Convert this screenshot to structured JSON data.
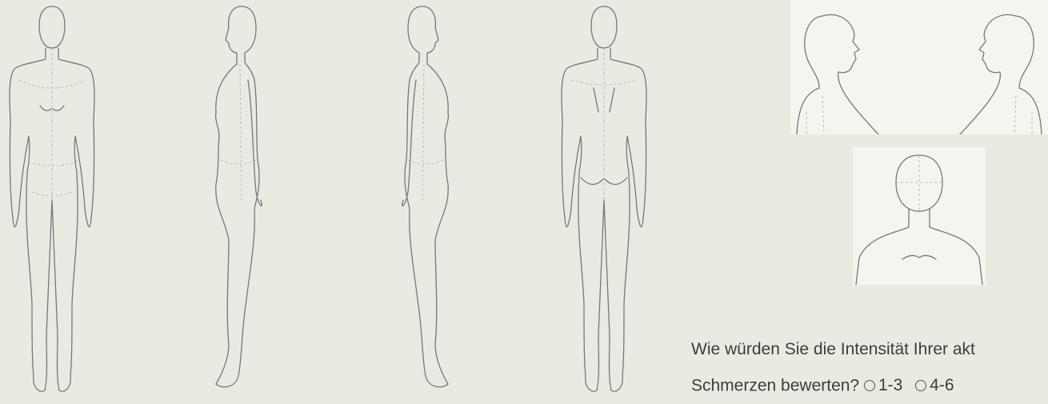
{
  "question": {
    "line1": "Wie würden Sie die Intensität Ihrer akt",
    "line2": "Schmerzen bewerten?",
    "options": [
      "1-3",
      "4-6"
    ]
  },
  "icons": [
    "body-front-icon",
    "body-side-left-icon",
    "body-side-right-icon",
    "body-back-icon",
    "head-side-left-icon",
    "head-side-right-icon",
    "head-front-icon"
  ],
  "colors": {
    "background": "#e9ebe3",
    "line": "#777777",
    "text": "#3d3d3d"
  }
}
